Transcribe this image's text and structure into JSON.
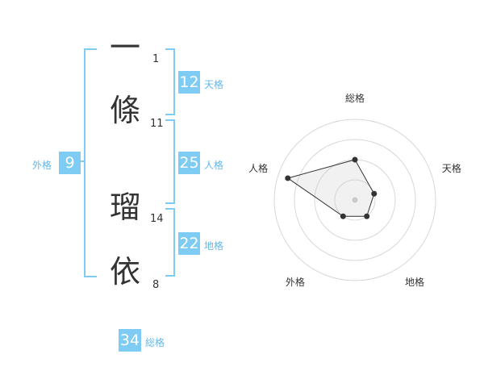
{
  "name": {
    "characters": [
      {
        "char": "一",
        "strokes": "1"
      },
      {
        "char": "條",
        "strokes": "11"
      },
      {
        "char": "瑠",
        "strokes": "14"
      },
      {
        "char": "依",
        "strokes": "8"
      }
    ]
  },
  "fortunes": {
    "tenkaku": {
      "value": "12",
      "label": "天格"
    },
    "jinkaku": {
      "value": "25",
      "label": "人格"
    },
    "chikaku": {
      "value": "22",
      "label": "地格"
    },
    "gaikaku": {
      "value": "9",
      "label": "外格"
    },
    "soukaku": {
      "value": "34",
      "label": "総格"
    }
  },
  "radar": {
    "axes": [
      "総格",
      "天格",
      "地格",
      "外格",
      "人格"
    ],
    "levels": 4,
    "max": 4,
    "values": [
      2,
      1,
      1,
      1,
      3.5
    ]
  },
  "colors": {
    "accent": "#7ecbf4",
    "label": "#62b8e8",
    "text": "#333333"
  }
}
